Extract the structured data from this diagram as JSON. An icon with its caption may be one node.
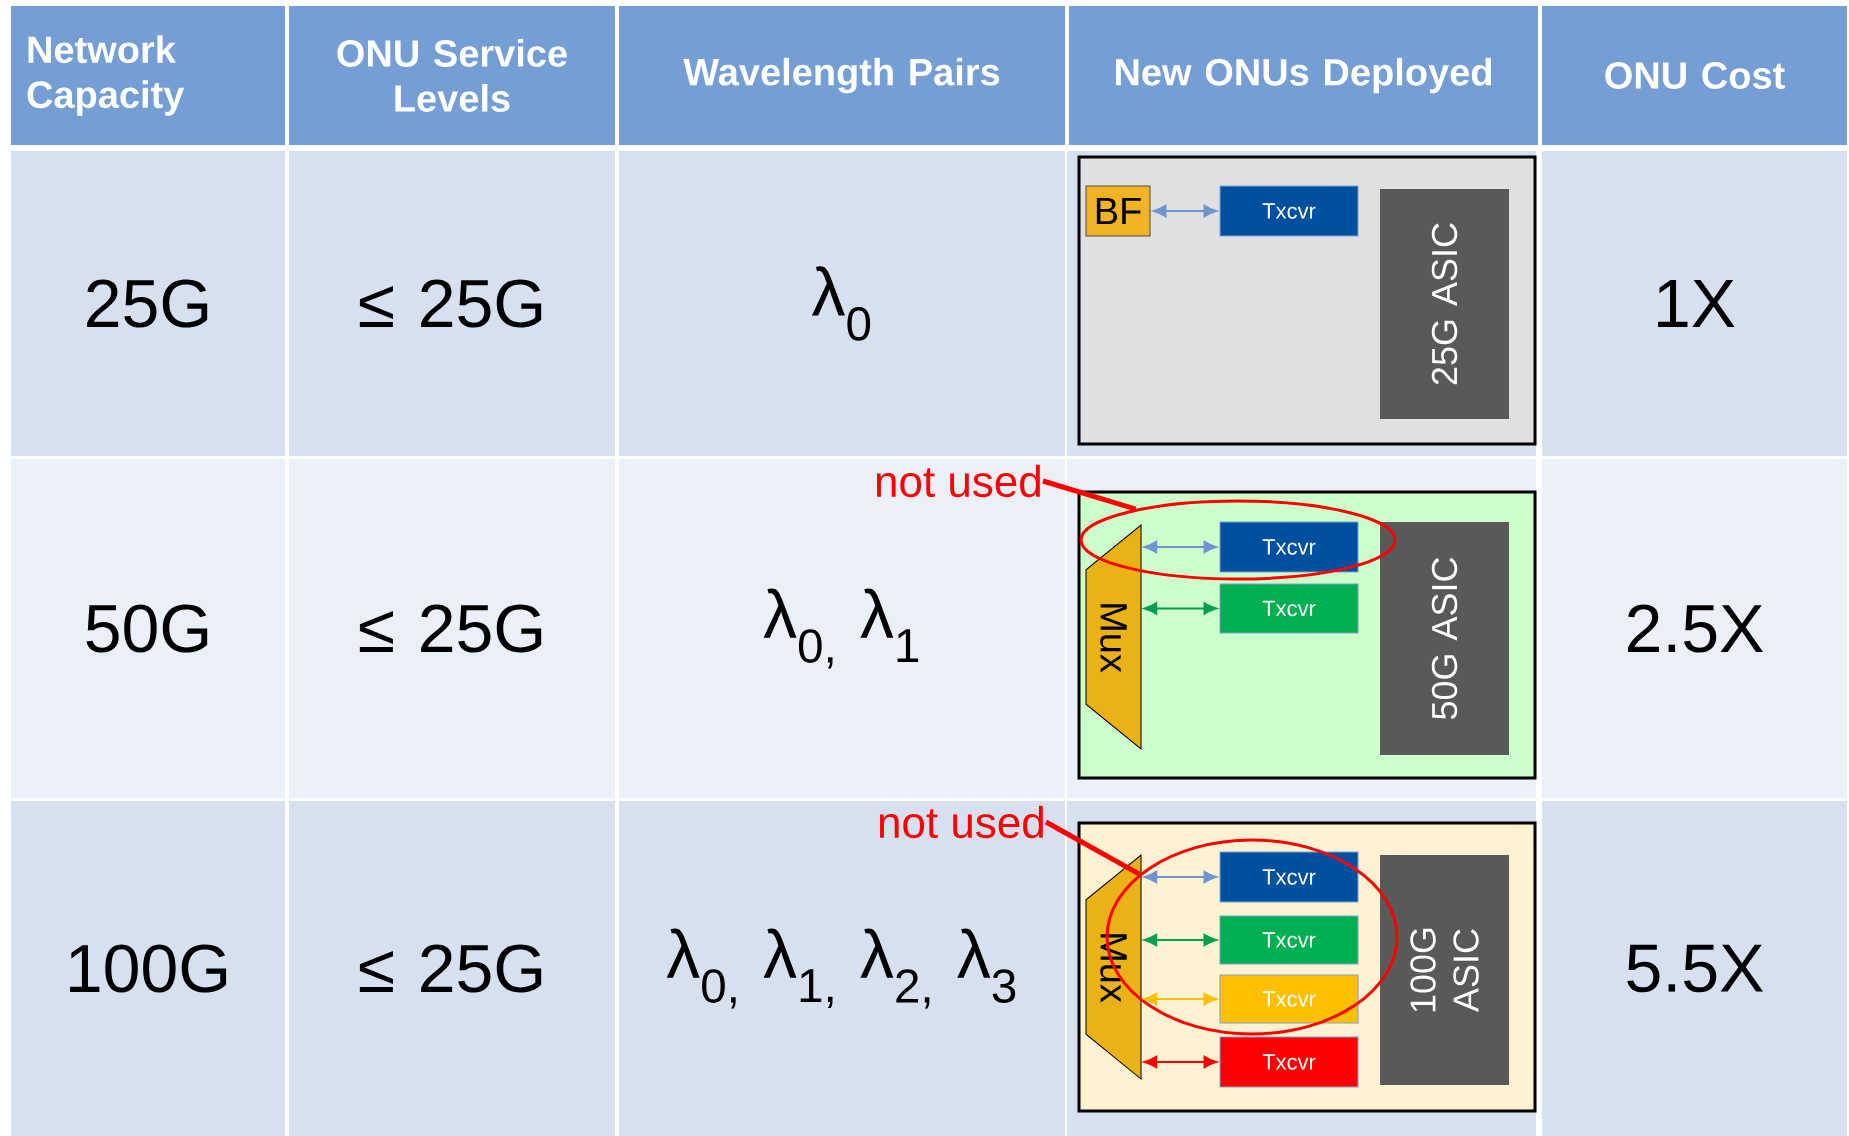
{
  "diagram": {
    "nodes": [
      {
        "text": [],
        "shape": "box"
      },
      {
        "text": [
          "BF"
        ],
        "in": 0
      },
      {
        "text": [
          "Txcvr"
        ],
        "in": 0
      },
      {
        "text": [
          "25G ASIC"
        ],
        "in": 0
      },
      {
        "text": [],
        "shape": "box"
      },
      {
        "text": [
          "Mux"
        ],
        "in": 4
      },
      {
        "text": [
          "Txcvr"
        ],
        "in": 9
      },
      {
        "text": [
          "Txcvr"
        ],
        "in": 4
      },
      {
        "text": [
          "50G ASIC"
        ],
        "in": 4
      },
      {
        "text": [],
        "shape": "circle",
        "in": 4
      },
      {
        "text": [
          "not used"
        ]
      },
      {
        "text": [],
        "shape": "box"
      },
      {
        "text": [
          "Mux"
        ],
        "in": 11
      },
      {
        "text": [
          "Txcvr"
        ],
        "in": 18
      },
      {
        "text": [
          "Txcvr"
        ],
        "in": 18
      },
      {
        "text": [
          "Txcvr"
        ],
        "in": 18
      },
      {
        "text": [
          "Txcvr"
        ],
        "in": 11
      },
      {
        "text": [
          "100G ASIC"
        ],
        "in": 11
      },
      {
        "text": [],
        "shape": "circle",
        "in": 11
      },
      {
        "text": [
          "not used"
        ]
      }
    ],
    "edges": [
      {
        "from": 1,
        "to": 2,
        "arrow": "both",
        "color": "#7094d0"
      },
      {
        "from": 10,
        "to": 9,
        "arrow": "none",
        "style": "thick",
        "color": "#ff0000"
      },
      {
        "from": 5,
        "to": 6,
        "arrow": "both",
        "color": "#7094d0"
      },
      {
        "from": 5,
        "to": 7,
        "arrow": "both",
        "color": "#00a050"
      },
      {
        "from": 19,
        "to": 18,
        "arrow": "none",
        "style": "thick",
        "color": "#ff0000"
      },
      {
        "from": 12,
        "to": 13,
        "arrow": "both",
        "color": "#7094d0"
      },
      {
        "from": 12,
        "to": 14,
        "arrow": "both",
        "color": "#00a050"
      },
      {
        "from": 12,
        "to": 15,
        "arrow": "both",
        "color": "#ffc000"
      },
      {
        "from": 12,
        "to": 16,
        "arrow": "both",
        "color": "#ff0000"
      }
    ],
    "labels": [
      "Network Capacity",
      "ONU Service Levels",
      "Wavelength Pairs",
      "New ONUs Deployed",
      "ONU Cost",
      "25G",
      "≤ 25G",
      "λ$_{0}$",
      "1X",
      "50G",
      "≤ 25G",
      "λ$_{0,}$ λ$_{1}$",
      "2.5X",
      "100G",
      "≤ 25G",
      "λ$_{0,}$ λ$_{1,}$ λ$_{2,}$ λ$_{3}$",
      "5.5X"
    ]
  }
}
